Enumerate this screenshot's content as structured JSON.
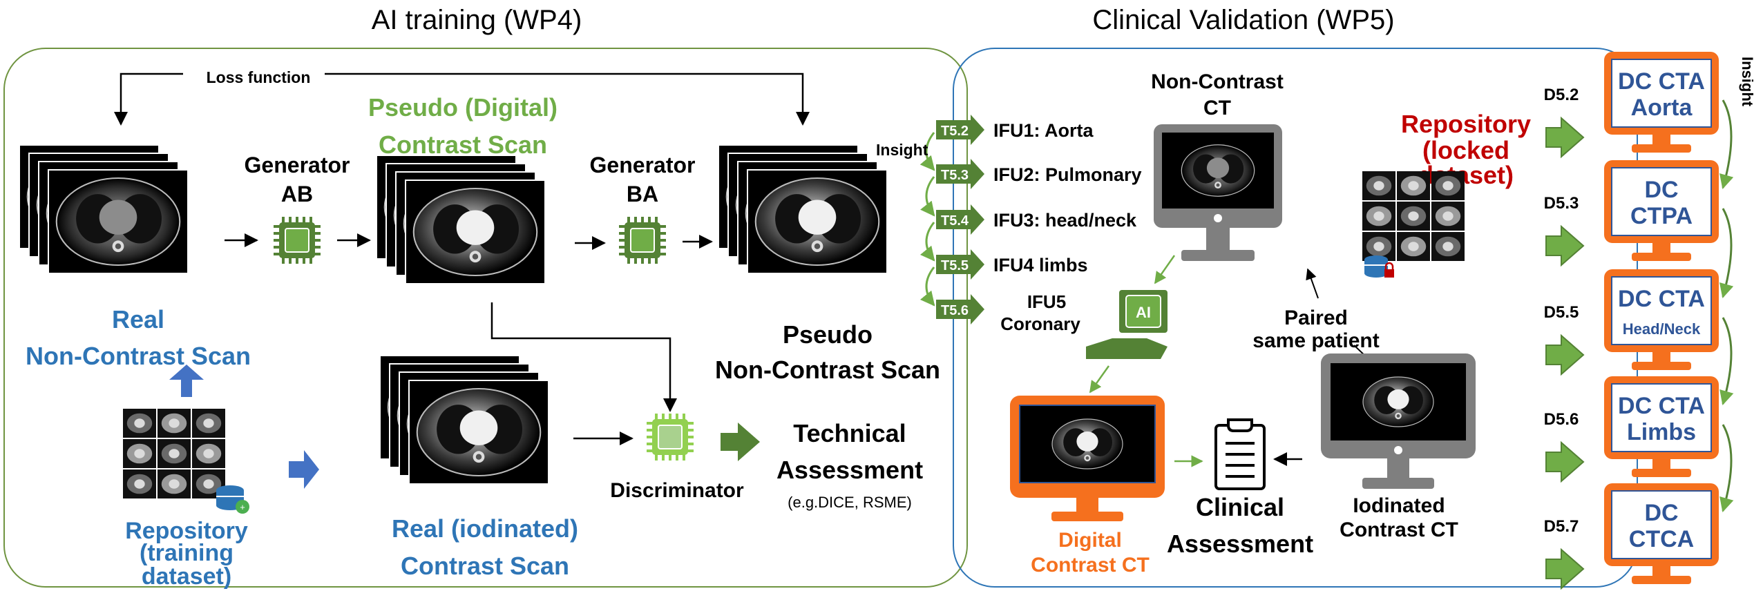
{
  "titles": {
    "wp4": "AI training (WP4)",
    "wp5": "Clinical Validation (WP5)"
  },
  "colors": {
    "panel_border_wp4": "#6f9440",
    "panel_border_wp5": "#2e75b6",
    "green_dark": "#548235",
    "green_light": "#70ad47",
    "blue_label": "#2e75b6",
    "orange": "#f5701e",
    "monitor_gray": "#7f7f7f",
    "dc_text": "#2f5597",
    "red_label": "#c00000"
  },
  "wp4": {
    "loss_function": "Loss function",
    "generator_ab": [
      "Generator",
      "AB"
    ],
    "generator_ba": [
      "Generator",
      "BA"
    ],
    "pseudo_digital_contrast": [
      "Pseudo (Digital)",
      "Contrast Scan"
    ],
    "real_non_contrast": [
      "Real",
      "Non-Contrast Scan"
    ],
    "pseudo_non_contrast": [
      "Pseudo",
      "Non-Contrast Scan"
    ],
    "real_iodinated": [
      "Real (iodinated)",
      "Contrast Scan"
    ],
    "repository_training": [
      "Repository",
      "(training",
      "dataset)"
    ],
    "discriminator": "Discriminator",
    "technical_assessment": [
      "Technical",
      "Assessment"
    ],
    "technical_note": "(e.g.DICE, RSME)"
  },
  "tasks": [
    {
      "tag": "T5.2",
      "label": "IFU1: Aorta"
    },
    {
      "tag": "T5.3",
      "label": "IFU2: Pulmonary"
    },
    {
      "tag": "T5.4",
      "label": "IFU3: head/neck"
    },
    {
      "tag": "T5.5",
      "label": "IFU4 limbs"
    },
    {
      "tag": "T5.6",
      "label": "IFU5 Coronary"
    }
  ],
  "insight_tasks": "Insight",
  "wp5": {
    "non_contrast_ct": [
      "Non-Contrast",
      "CT"
    ],
    "repository_locked": [
      "Repository",
      "(locked",
      "dataset)"
    ],
    "paired": [
      "Paired",
      "same patient"
    ],
    "digital_contrast_ct": [
      "Digital",
      "Contrast CT"
    ],
    "clinical_assessment": [
      "Clinical",
      "Assessment"
    ],
    "iodinated_contrast_ct": [
      "Iodinated",
      "Contrast CT"
    ],
    "ai_chip_label": "AI"
  },
  "deliverables": [
    {
      "id": "D5.2",
      "lines": [
        "DC CTA",
        "Aorta"
      ]
    },
    {
      "id": "D5.3",
      "lines": [
        "DC",
        "CTPA"
      ]
    },
    {
      "id": "D5.5",
      "lines": [
        "DC CTA",
        "Head/Neck"
      ]
    },
    {
      "id": "D5.6",
      "lines": [
        "DC CTA",
        "Limbs"
      ]
    },
    {
      "id": "D5.7",
      "lines": [
        "DC",
        "CTCA"
      ]
    }
  ],
  "insight_deliverables": "Insight"
}
